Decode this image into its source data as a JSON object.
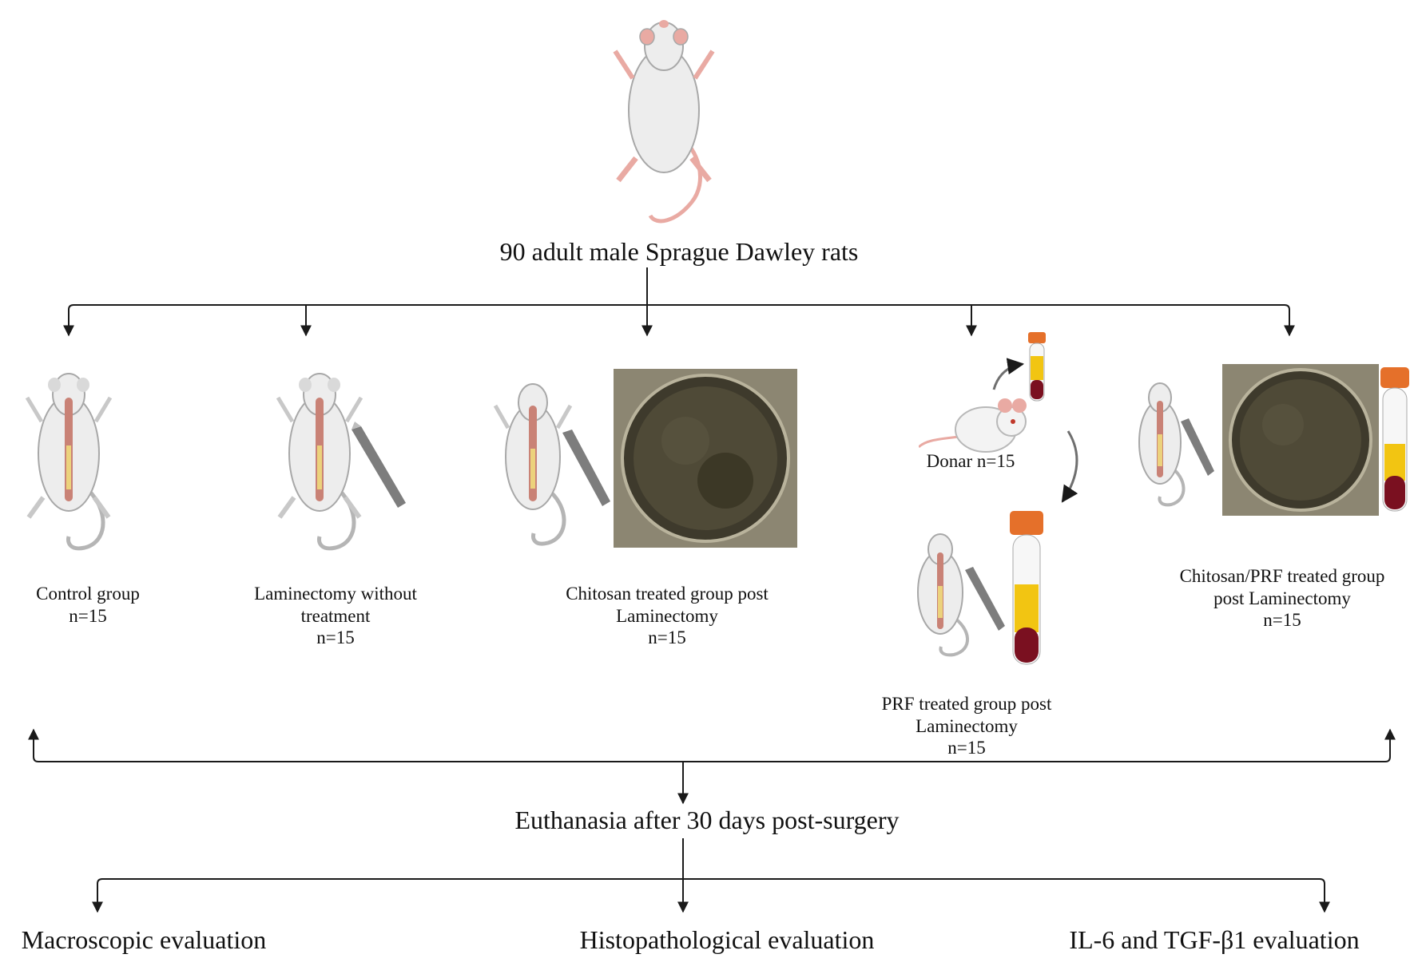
{
  "source": {
    "label": "90 adult male Sprague Dawley rats"
  },
  "groups": {
    "control": {
      "name": "Control group",
      "n": "n=15"
    },
    "laminectomy": {
      "line1": "Laminectomy without",
      "line2": "treatment",
      "n": "n=15"
    },
    "chitosan": {
      "line1": "Chitosan treated group post",
      "line2": "Laminectomy",
      "n": "n=15"
    },
    "prf": {
      "line1": "PRF treated group post",
      "line2": "Laminectomy",
      "n": "n=15",
      "donor": "Donar n=15"
    },
    "chitosan_prf": {
      "line1": "Chitosan/PRF treated group",
      "line2": "post Laminectomy",
      "n": "n=15"
    }
  },
  "endpoint": {
    "label": "Euthanasia after 30 days post-surgery"
  },
  "evaluations": {
    "macroscopic": "Macroscopic evaluation",
    "histopathological": "Histopathological evaluation",
    "cytokines": "IL-6 and TGF-β1 evaluation"
  },
  "colors": {
    "line": "#1a1a1a",
    "rat_body": "#ededed",
    "rat_outline": "#a8a8a8",
    "rat_pink": "#e9aaa3",
    "spine": "#c98276",
    "vertebrae": "#ecd27c",
    "blood": "#7a1020",
    "plasma": "#f2c512",
    "cap": "#e5702a",
    "dish_dark": "#3e3a2c"
  }
}
